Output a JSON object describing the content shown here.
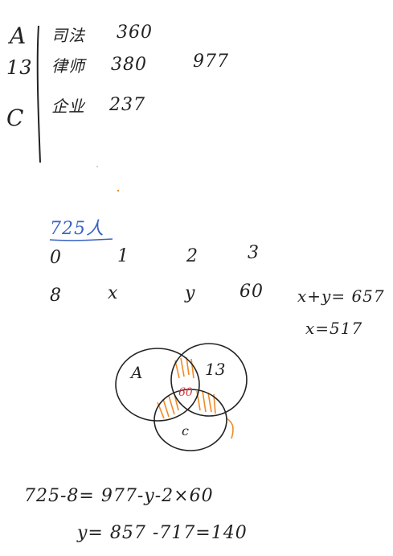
{
  "categories": [
    {
      "letter": "A",
      "name": "司法",
      "count": "360"
    },
    {
      "letter": "13",
      "name": "律师",
      "count": "380"
    },
    {
      "letter": "C",
      "name": "企业",
      "count": "237"
    }
  ],
  "total": "977",
  "header_total": "725人",
  "counts_row": [
    "0",
    "1",
    "2",
    "3"
  ],
  "values_row": [
    "8",
    "x",
    "y",
    "60"
  ],
  "eq1": "x+y= 657",
  "eq2": "x=517",
  "venn": {
    "a": "A",
    "b": "13",
    "c": "c",
    "center": "60"
  },
  "calc1": "725-8= 977-y-2×60",
  "calc2": "y= 857 -717=140",
  "colors": {
    "ink": "#222222",
    "blue": "#3a63c4",
    "red": "#e0323a",
    "orange": "#f08a24"
  }
}
